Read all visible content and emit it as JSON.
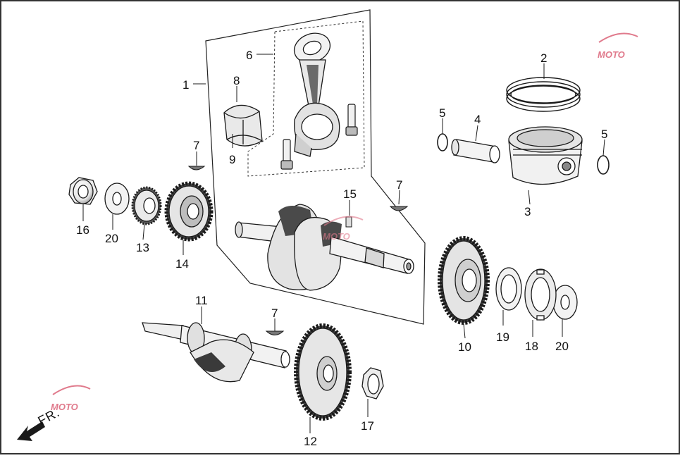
{
  "diagram": {
    "direction_label": "FR.",
    "watermark_text": "MOTO",
    "colors": {
      "line": "#1a1a1a",
      "part_fill": "#ffffff",
      "shade": "#3a3a3a",
      "watermark": "#e07a8c"
    },
    "labels": {
      "l1": "1",
      "l2": "2",
      "l3": "3",
      "l4": "4",
      "l5a": "5",
      "l5b": "5",
      "l6": "6",
      "l7a": "7",
      "l7b": "7",
      "l7c": "7",
      "l8": "8",
      "l9": "9",
      "l10": "10",
      "l11": "11",
      "l12": "12",
      "l13": "13",
      "l14": "14",
      "l15": "15",
      "l16": "16",
      "l17": "17",
      "l18": "18",
      "l19": "19",
      "l20a": "20",
      "l20b": "20"
    }
  }
}
